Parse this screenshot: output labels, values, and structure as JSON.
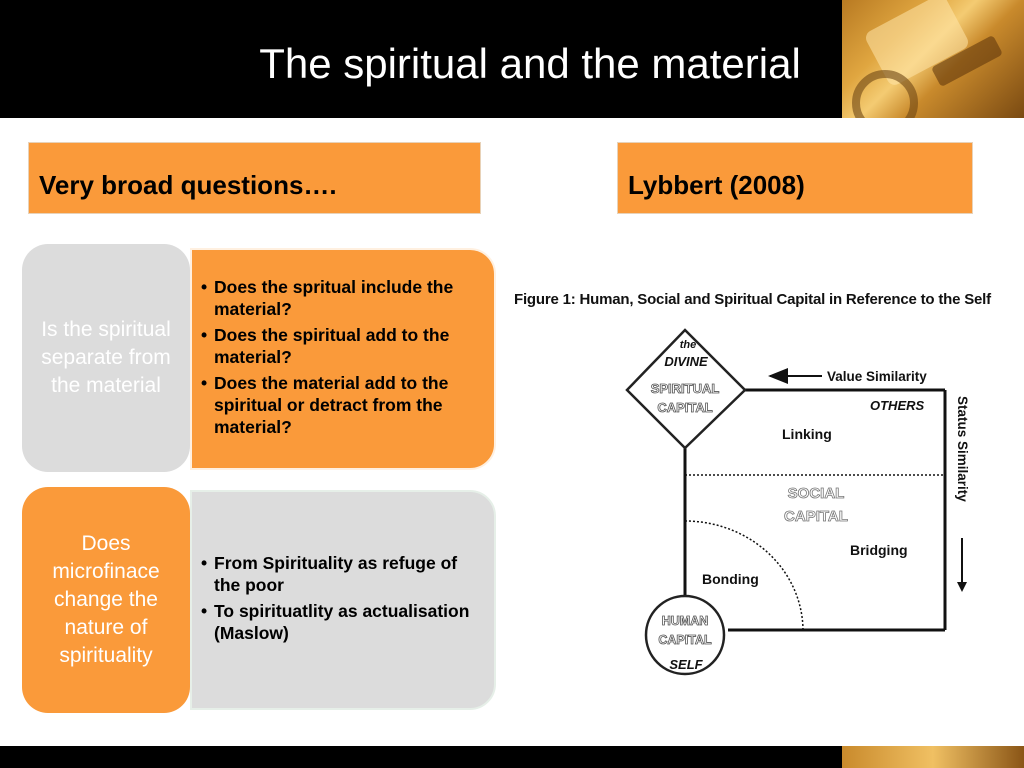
{
  "slide": {
    "title": "The spiritual and the material"
  },
  "headers": {
    "left": "Very broad questions….",
    "right": "Lybbert (2008)"
  },
  "rows": [
    {
      "question": "Is the spiritual separate from the material",
      "bullets": [
        "Does the spritual include the material?",
        "Does the spiritual add to the material?",
        "Does the material add to the spiritual or detract from the material?"
      ]
    },
    {
      "question": "Does microfinace change the nature  of spirituality",
      "bullets": [
        "From Spirituality as refuge of the poor",
        "To spirituatlity as actualisation (Maslow)"
      ]
    }
  ],
  "figure": {
    "caption": "Figure 1: Human, Social and Spiritual Capital in Reference to the Self",
    "the": "the",
    "divine": "DIVINE",
    "spiritual_capital_1": "SPIRITUAL",
    "spiritual_capital_2": "CAPITAL",
    "value_similarity": "Value Similarity",
    "others": "OTHERS",
    "status_similarity": "Status Similarity",
    "linking": "Linking",
    "social_capital_1": "SOCIAL",
    "social_capital_2": "CAPITAL",
    "bridging": "Bridging",
    "bonding": "Bonding",
    "human_capital_1": "HUMAN",
    "human_capital_2": "CAPITAL",
    "self": "SELF"
  },
  "colors": {
    "orange": "#fa9a3a",
    "grey": "#dcdcdc",
    "black": "#000000"
  }
}
